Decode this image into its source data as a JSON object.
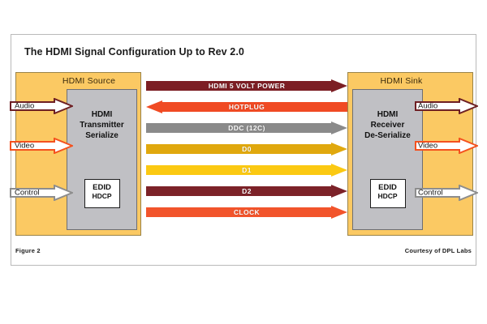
{
  "figure": {
    "title": "The HDMI Signal Configuration Up to Rev 2.0",
    "number": "Figure 2",
    "credit": "Courtesy of DPL Labs",
    "frame_color": "#b9b9b9",
    "background": "#ffffff"
  },
  "source": {
    "title": "HDMI Source",
    "block_color": "#fbc963",
    "chip_color": "#c0c0c4",
    "chip_lines": [
      "HDMI",
      "Transmitter",
      "Serialize"
    ],
    "edid": {
      "line1": "EDID",
      "line2": "HDCP"
    },
    "inputs": [
      {
        "label": "Audio",
        "outline": "#6e1f23",
        "direction": "right"
      },
      {
        "label": "Video",
        "outline": "#f4511e",
        "direction": "right"
      },
      {
        "label": "Control",
        "outline": "#8d8d8d",
        "direction": "right"
      }
    ]
  },
  "sink": {
    "title": "HDMI Sink",
    "block_color": "#fbc963",
    "chip_color": "#c0c0c4",
    "chip_lines": [
      "HDMI",
      "Receiver",
      "De-Serialize"
    ],
    "edid": {
      "line1": "EDID",
      "line2": "HDCP"
    },
    "outputs": [
      {
        "label": "Audio",
        "outline": "#6e1f23",
        "direction": "right"
      },
      {
        "label": "Video",
        "outline": "#f4511e",
        "direction": "right"
      },
      {
        "label": "Control",
        "outline": "#8d8d8d",
        "direction": "right"
      }
    ]
  },
  "bus": {
    "signals": [
      {
        "label": "HDMI 5 VOLT POWER",
        "color": "#7c1e24",
        "direction": "right"
      },
      {
        "label": "HOTPLUG",
        "color": "#f04a23",
        "direction": "left"
      },
      {
        "label": "DDC (12C)",
        "color": "#8a8a8a",
        "direction": "right"
      },
      {
        "label": "D0",
        "color": "#e0a80d",
        "direction": "right"
      },
      {
        "label": "D1",
        "color": "#fbc912",
        "direction": "right"
      },
      {
        "label": "D2",
        "color": "#7c2228",
        "direction": "right"
      },
      {
        "label": "CLOCK",
        "color": "#f2542b",
        "direction": "right"
      }
    ]
  }
}
